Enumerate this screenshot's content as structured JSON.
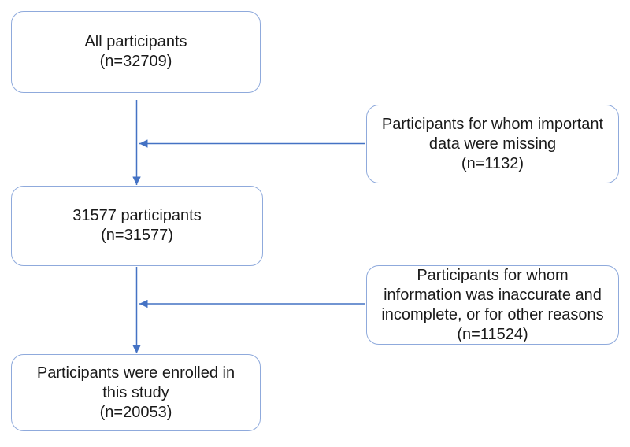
{
  "diagram": {
    "type": "flowchart",
    "boxes": [
      {
        "id": "all-participants",
        "text": "All participants\n(n=32709)"
      },
      {
        "id": "excluded-missing-data",
        "text": "Participants for whom important\ndata were missing\n(n=1132)"
      },
      {
        "id": "after-first-exclusion",
        "text": "31577 participants\n(n=31577)"
      },
      {
        "id": "excluded-inaccurate",
        "text": "Participants for whom\ninformation was inaccurate and\nincomplete, or for other reasons\n(n=11524)"
      },
      {
        "id": "enrolled",
        "text": "Participants were enrolled in\nthis study\n(n=20053)"
      }
    ],
    "colors": {
      "box_border": "#8FAADC",
      "arrow": "#4472C4",
      "text": "#1A1A1A",
      "background": "#FFFFFF"
    }
  }
}
